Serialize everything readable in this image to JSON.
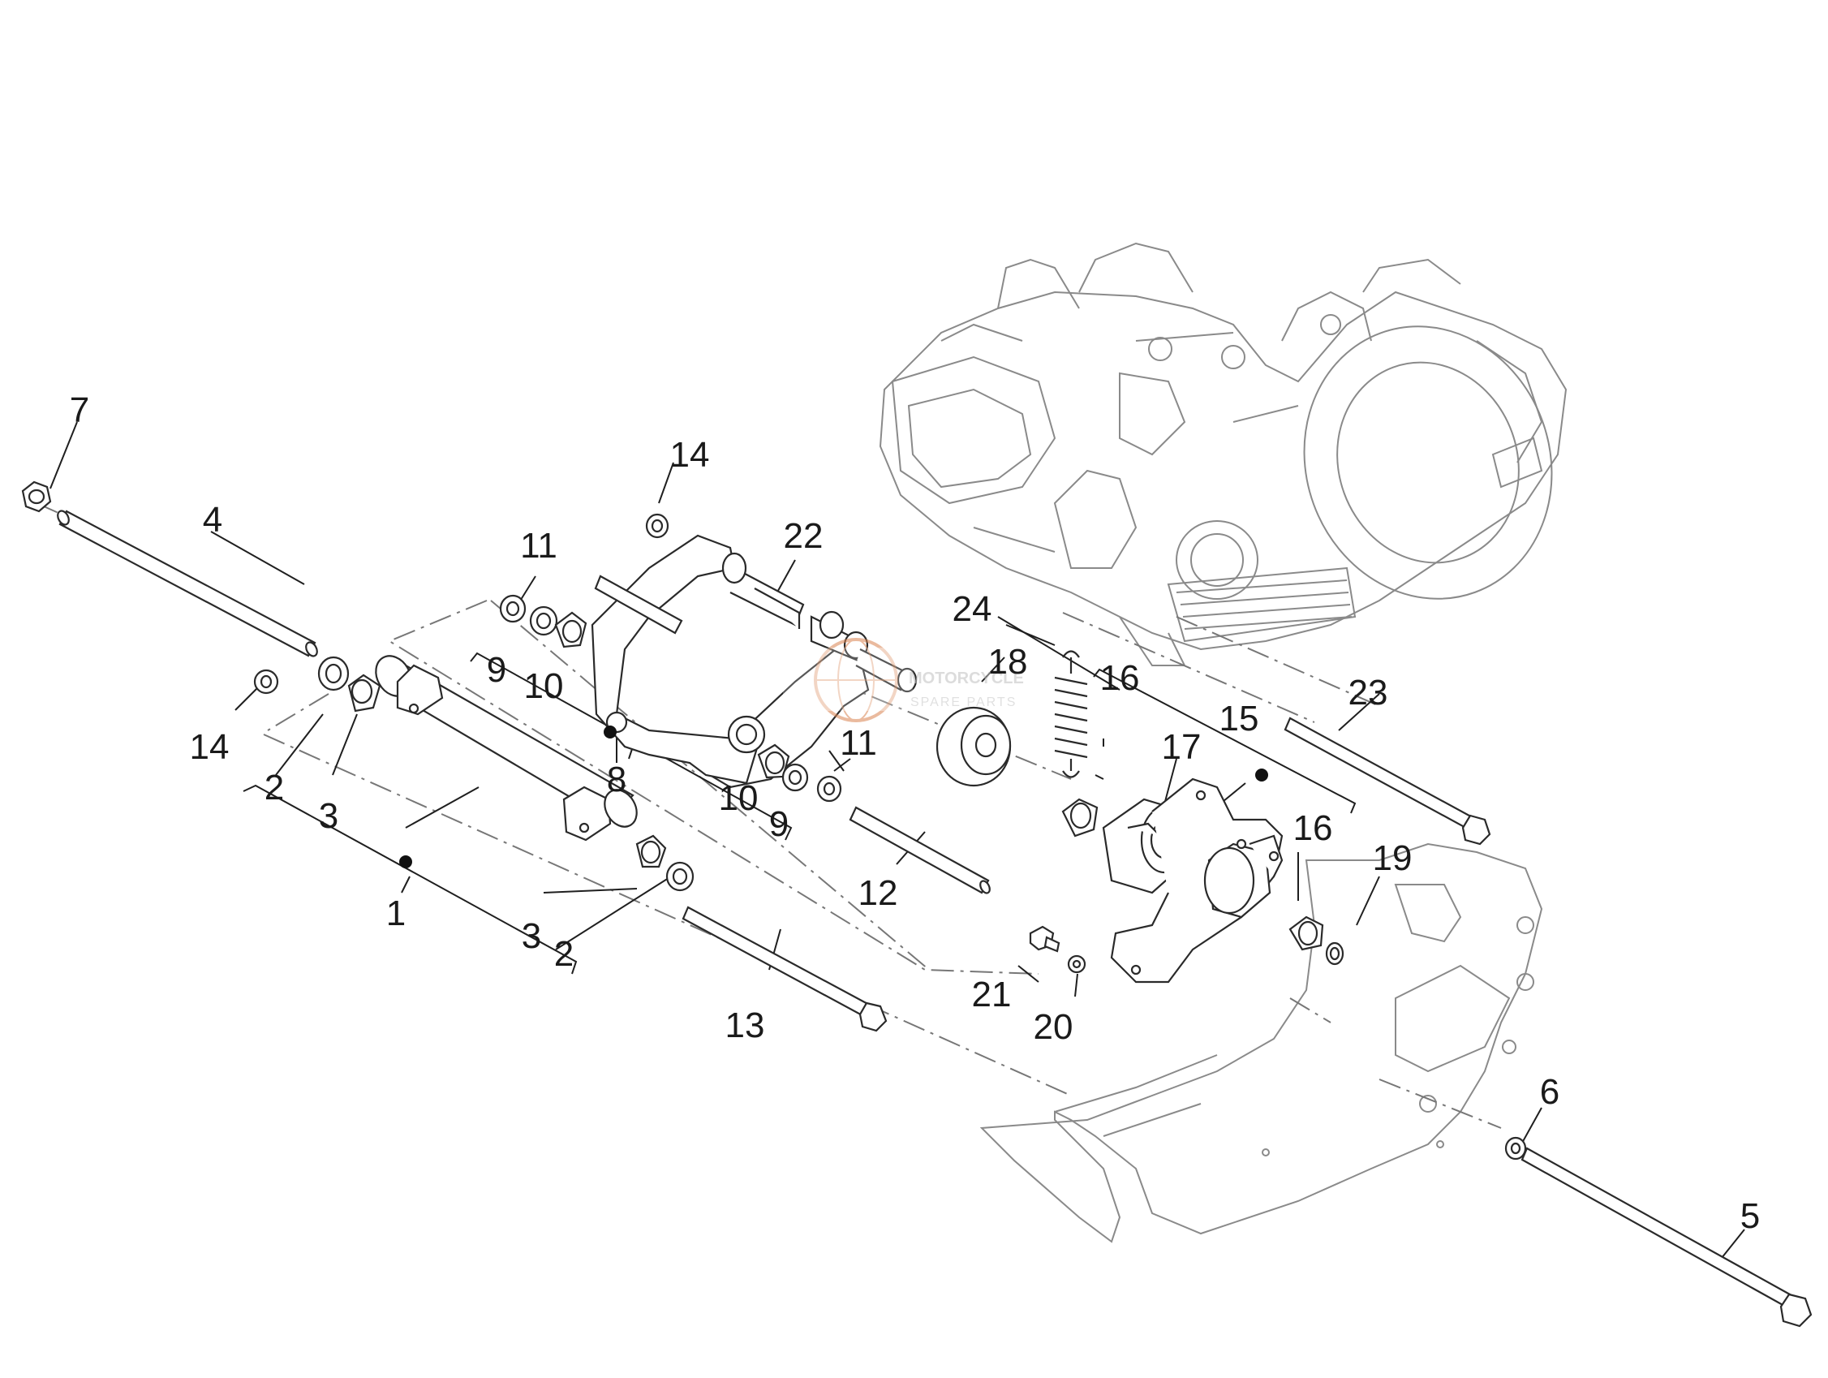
{
  "diagram": {
    "labels": {
      "p1": "1",
      "p2a": "2",
      "p2b": "2",
      "p3a": "3",
      "p3b": "3",
      "p4": "4",
      "p5": "5",
      "p6": "6",
      "p7": "7",
      "p8": "8",
      "p9a": "9",
      "p9b": "9",
      "p10a": "10",
      "p10b": "10",
      "p11a": "11",
      "p11b": "11",
      "p12": "12",
      "p13": "13",
      "p14a": "14",
      "p14b": "14",
      "p15": "15",
      "p16a": "16",
      "p16b": "16",
      "p17": "17",
      "p18": "18",
      "p19": "19",
      "p20": "20",
      "p21": "21",
      "p22": "22",
      "p23": "23",
      "p24": "24"
    },
    "watermark": {
      "line1": "MOTORCYCLE",
      "line2": "SPARE PARTS"
    }
  },
  "colors": {
    "line": "#2a2a2a",
    "outline": "#444444",
    "watermark": "#d9824f"
  }
}
